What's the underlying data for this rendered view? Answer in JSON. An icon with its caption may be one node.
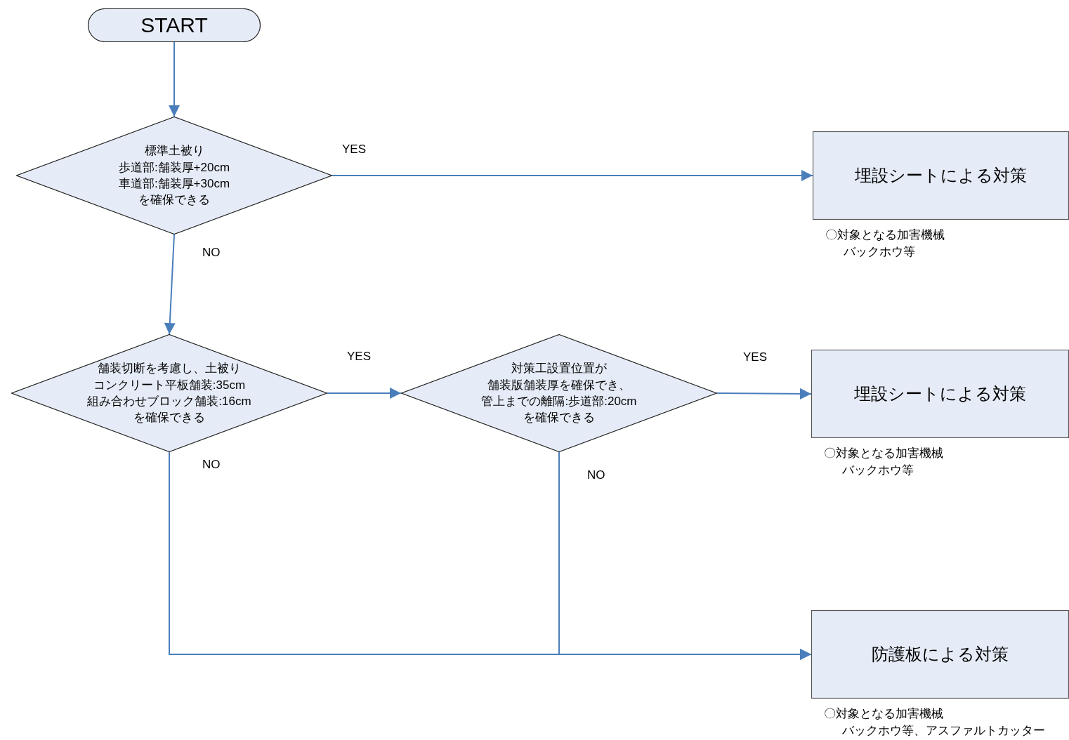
{
  "diagram": {
    "nodes": [
      {
        "text": [
          "START"
        ]
      },
      {
        "text": [
          "標準土被り",
          "歩道部:舗装厚+20cm",
          "車道部:舗装厚+30cm",
          "を確保できる"
        ]
      },
      {
        "text": [
          "埋設シートによる対策"
        ],
        "beside": [
          "〇対象となる加害機械",
          "バックホウ等"
        ]
      },
      {
        "text": [
          "舗装切断を考慮し、土被り",
          "コンクリート平板舗装:35cm",
          "組み合わせブロック舗装:16cm",
          "を確保できる"
        ]
      },
      {
        "text": [
          "対策工設置位置が",
          "舗装版舗装厚を確保でき、",
          "管上までの離隔:歩道部:20cm",
          "を確保できる"
        ]
      },
      {
        "text": [
          "埋設シートによる対策"
        ],
        "beside": [
          "〇対象となる加害機械",
          "バックホウ等"
        ]
      },
      {
        "text": [
          "防護板による対策"
        ],
        "beside": [
          "〇対象となる加害機械",
          "バックホウ等、アスファルトカッター"
        ]
      }
    ],
    "edges": [
      {
        "from": 0,
        "to": 1,
        "arrow": "to"
      },
      {
        "from": 1,
        "to": 2,
        "arrow": "to",
        "label": "YES"
      },
      {
        "from": 1,
        "to": 3,
        "arrow": "to",
        "label": "NO"
      },
      {
        "from": 3,
        "to": 4,
        "arrow": "to",
        "label": "YES"
      },
      {
        "from": 4,
        "to": 5,
        "arrow": "to",
        "label": "YES"
      },
      {
        "from": 3,
        "to": 6,
        "arrow": "to",
        "label": "NO"
      },
      {
        "from": 4,
        "to": 6,
        "arrow": "to",
        "label": "NO"
      }
    ]
  }
}
